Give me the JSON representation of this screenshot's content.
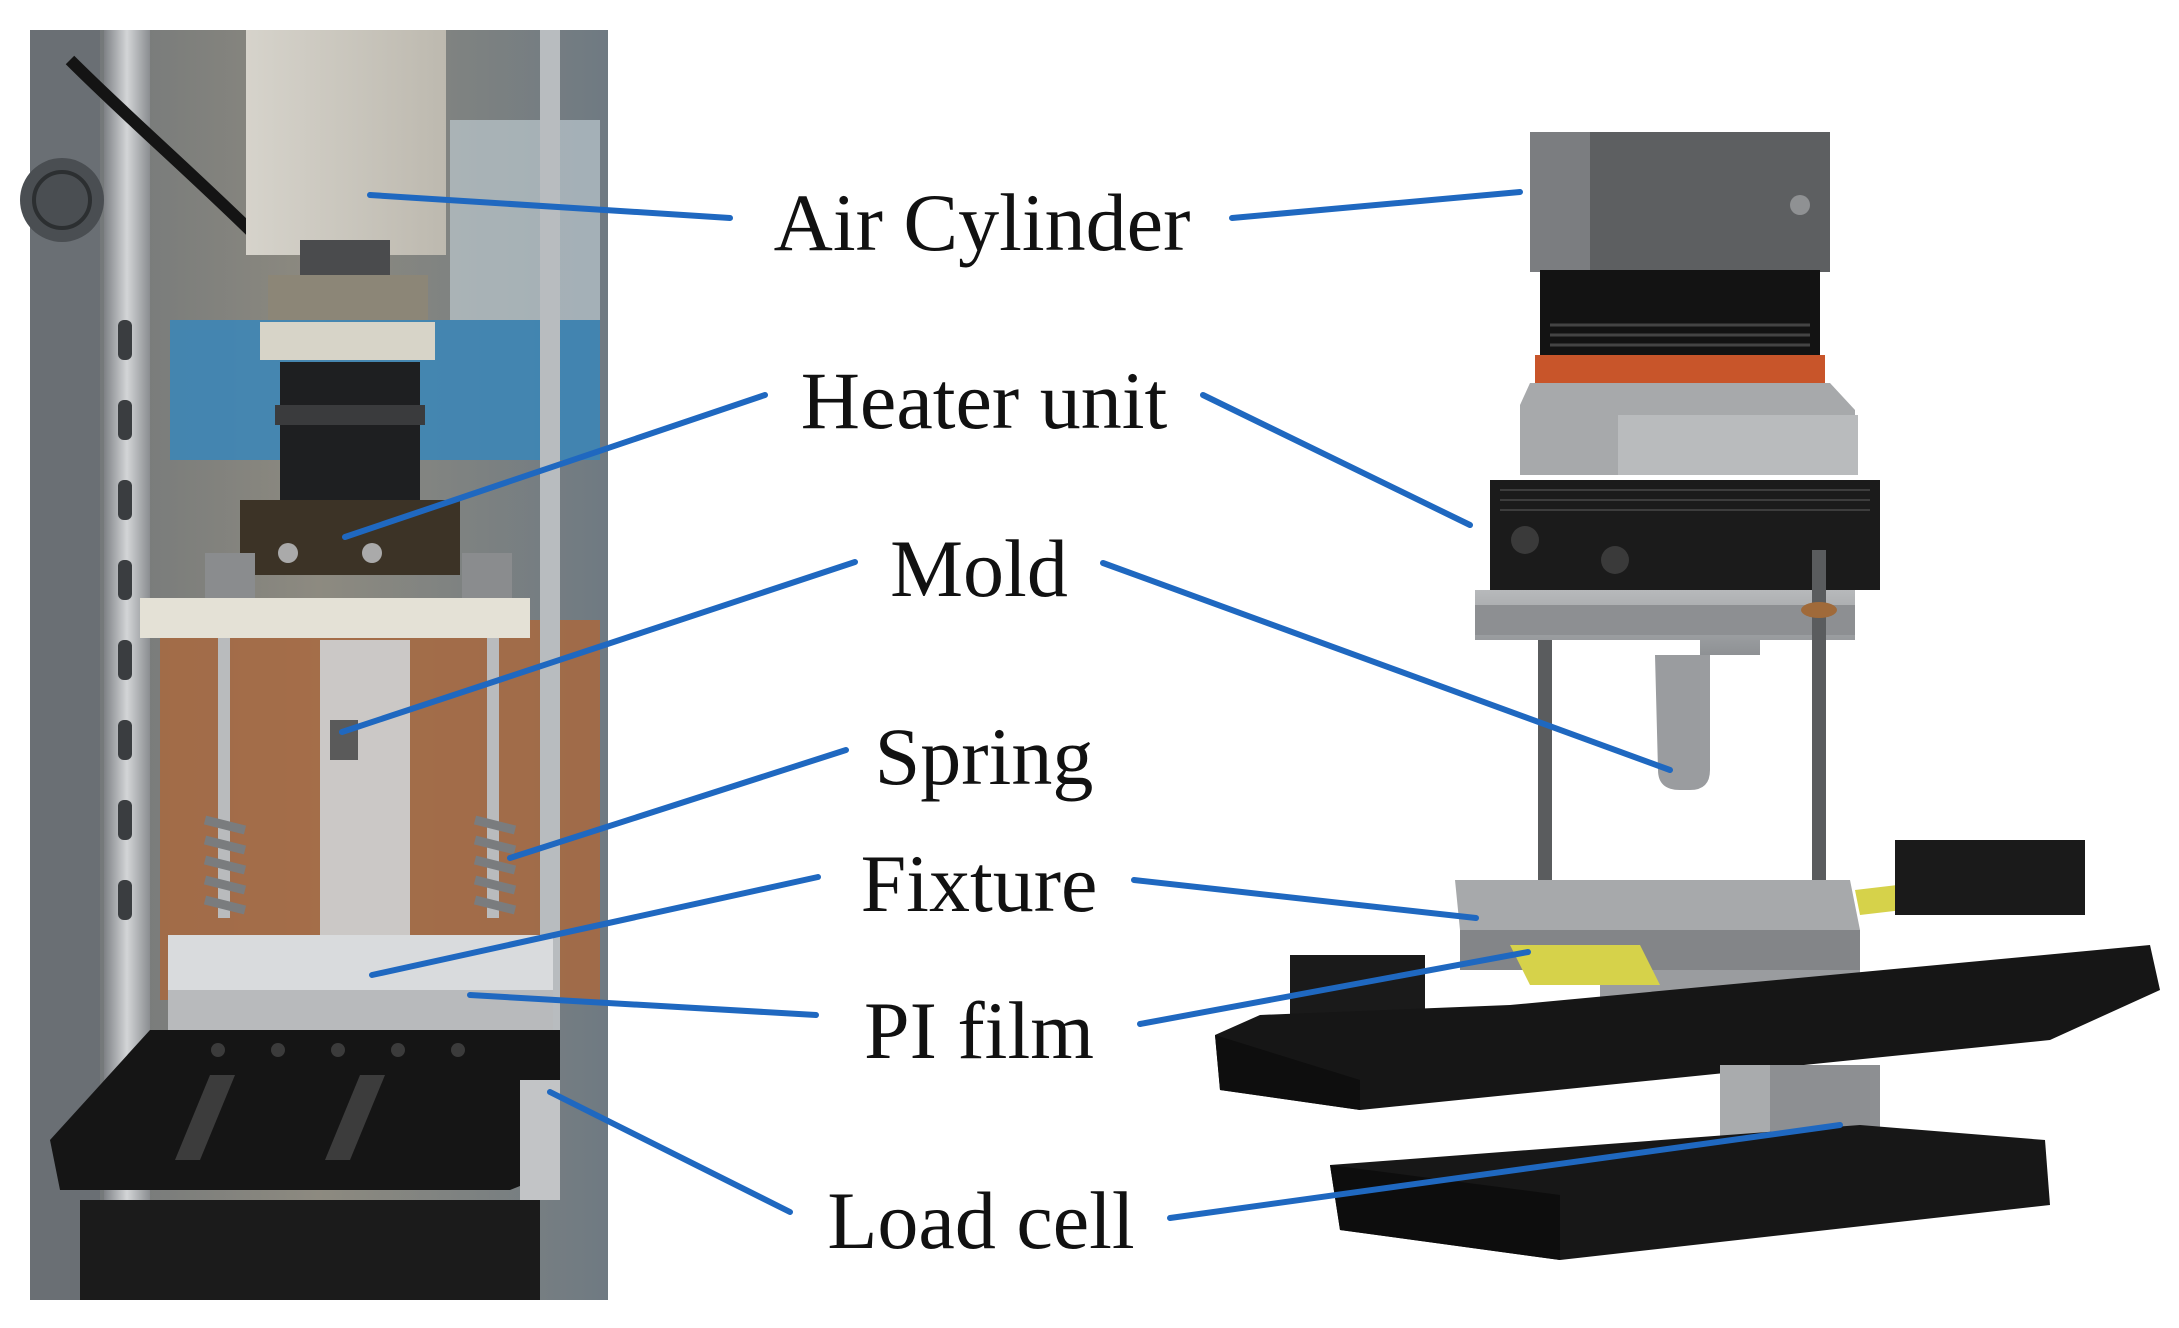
{
  "figure": {
    "photo_desc_name": "photo-of-apparatus",
    "render_desc_name": "cad-render-of-apparatus"
  },
  "colors": {
    "leader": "#1f68c0",
    "text": "#111111",
    "background": "#ffffff",
    "heater_band": "#c8552a",
    "pi_film": "#d6d24a",
    "dark_plate": "#1a1a1a",
    "steel": "#9a9c9f"
  },
  "labels": [
    {
      "key": "air_cylinder",
      "text": "Air Cylinder"
    },
    {
      "key": "heater_unit",
      "text": "Heater unit"
    },
    {
      "key": "mold",
      "text": "Mold"
    },
    {
      "key": "spring",
      "text": "Spring"
    },
    {
      "key": "fixture",
      "text": "Fixture"
    },
    {
      "key": "pi_film",
      "text": "PI film"
    },
    {
      "key": "load_cell",
      "text": "Load cell"
    }
  ]
}
